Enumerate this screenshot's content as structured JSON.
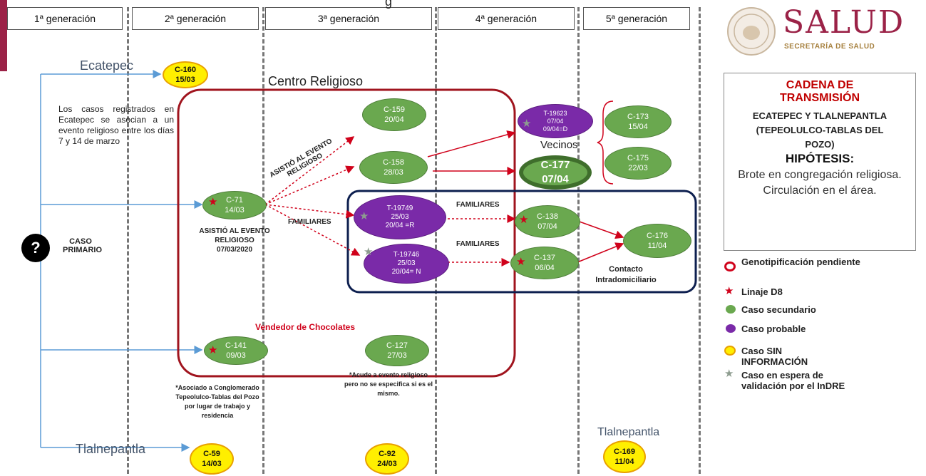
{
  "generations": [
    "1ª generación",
    "2ª generación",
    "3ª generación",
    "4ª generación",
    "5ª generación"
  ],
  "partial_title": "g",
  "logo": {
    "name": "SALUD",
    "subtitle": "SECRETARÍA DE SALUD"
  },
  "places": {
    "ecatepec": "Ecatepec",
    "tlalnepantla_left": "Tlalnepantla",
    "tlalnepantla_right": "Tlalnepantla"
  },
  "notes": {
    "ecatepec_note": "Los casos registrados en Ecatepec se asocian a un evento religioso entre los días 7 y 14 de marzo",
    "centro": "Centro Religioso",
    "asistio_diag": "ASISTIÓ AL EVENTO RELIGIOSO",
    "familiares_1": "FAMILIARES",
    "familiares_2": "FAMILIARES",
    "familiares_3": "FAMILIARES",
    "asistio_evento": "ASISTIÓ AL EVENTO RELIGIOSO 07/03/2020",
    "caso_primario": "CASO PRIMARIO",
    "vecinos": "Vecinos",
    "contacto": "Contacto Intradomiciliario",
    "vendedor": "Vendedor de Chocolates",
    "asociado": "*Asociado a Conglomerado Tepeolulco-Tablas del Pozo por lugar de trabajo y residencia",
    "acude": "*Acude a evento religioso pero no se especifica si es el mismo."
  },
  "primary_symbol": "?",
  "nodes": {
    "c160": [
      "C-160",
      "15/03"
    ],
    "c59": [
      "C-59",
      "14/03"
    ],
    "c92": [
      "C-92",
      "24/03"
    ],
    "c169": [
      "C-169",
      "11/04"
    ],
    "c71": [
      "C-71",
      "14/03"
    ],
    "c141": [
      "C-141",
      "09/03"
    ],
    "c159": [
      "C-159",
      "20/04"
    ],
    "c158": [
      "C-158",
      "28/03"
    ],
    "c127": [
      "C-127",
      "27/03"
    ],
    "t19749": [
      "T-19749",
      "25/03",
      "20/04 =R"
    ],
    "t19746": [
      "T-19746",
      "25/03",
      "20/04= N"
    ],
    "t19623": [
      "T-19623",
      "07/04",
      "09/04=D"
    ],
    "c177": [
      "C-177",
      "07/04"
    ],
    "c138": [
      "C-138",
      "07/04"
    ],
    "c137": [
      "C-137",
      "06/04"
    ],
    "c173": [
      "C-173",
      "15/04"
    ],
    "c175": [
      "C-175",
      "22/03"
    ],
    "c176": [
      "C-176",
      "11/04"
    ]
  },
  "info_box": {
    "title1": "CADENA DE",
    "title2": "TRANSMISIÓN",
    "subtitle": "ECATEPEC Y TLALNEPANTLA (TEPEOLULCO-TABLAS DEL POZO)",
    "hipotesis": "HIPÓTESIS:",
    "text": "Brote en congregación religiosa. Circulación en el área."
  },
  "legend": [
    "Genotipificación pendiente",
    "Linaje D8",
    "Caso secundario",
    "Caso probable",
    "Caso SIN INFORMACIÓN",
    "Caso en espera de validación por el InDRE"
  ],
  "colors": {
    "green": "#6aa84f",
    "purple": "#7a2aa8",
    "yellow": "#ffef00",
    "red": "#d0021b",
    "navy": "#0d1f4f",
    "maroon": "#a0141e",
    "logo": "#9b2247"
  }
}
